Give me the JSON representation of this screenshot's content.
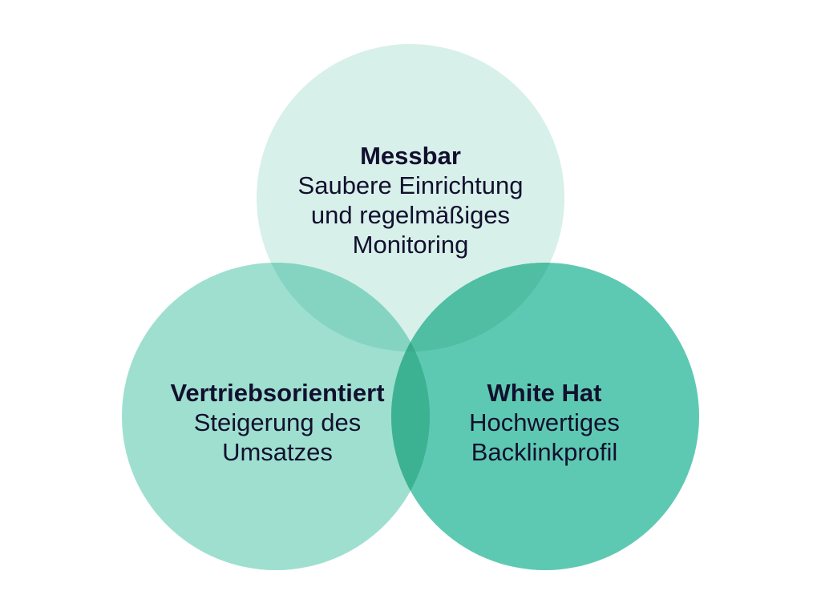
{
  "diagram": {
    "type": "venn",
    "circles": [
      {
        "id": "top",
        "title": "Messbar",
        "lines": [
          "Saubere Einrichtung",
          "und regelmäßiges",
          "Monitoring"
        ],
        "color": "#d8f0ea"
      },
      {
        "id": "left",
        "title": "Vertriebsorientiert",
        "lines": [
          "Steigerung des",
          "Umsatzes"
        ],
        "color": "#9edfd0"
      },
      {
        "id": "right",
        "title": "White Hat",
        "lines": [
          "Hochwertiges",
          "Backlinkprofil"
        ],
        "color": "#5ec9b2"
      }
    ],
    "overlap_colors": {
      "top_left": "#85d4c2",
      "top_right": "#50bea3",
      "left_right": "#3db292",
      "center": "#3aaa8c"
    },
    "text_color": "#12102e"
  }
}
